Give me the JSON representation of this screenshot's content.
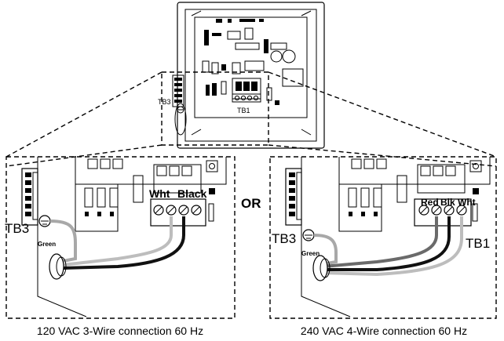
{
  "labels": {
    "tb3_small": "TB3",
    "tb1_small": "TB1",
    "or": "OR",
    "left_tb3": "TB3",
    "left_green": "Green",
    "left_wht": "Wht",
    "left_black": "Black",
    "right_tb3": "TB3",
    "right_green": "Green",
    "right_red": "Red",
    "right_blk": "Blk",
    "right_wht": "Wht",
    "right_tb1": "TB1"
  },
  "captions": {
    "left": "120 VAC 3-Wire connection 60 Hz",
    "right": "240 VAC 4-Wire connection 60 Hz"
  },
  "colors": {
    "wire_black": "#111111",
    "wire_white": "#bdbdbd",
    "wire_red": "#6a6a6a",
    "wire_green": "#a8a8a8"
  }
}
